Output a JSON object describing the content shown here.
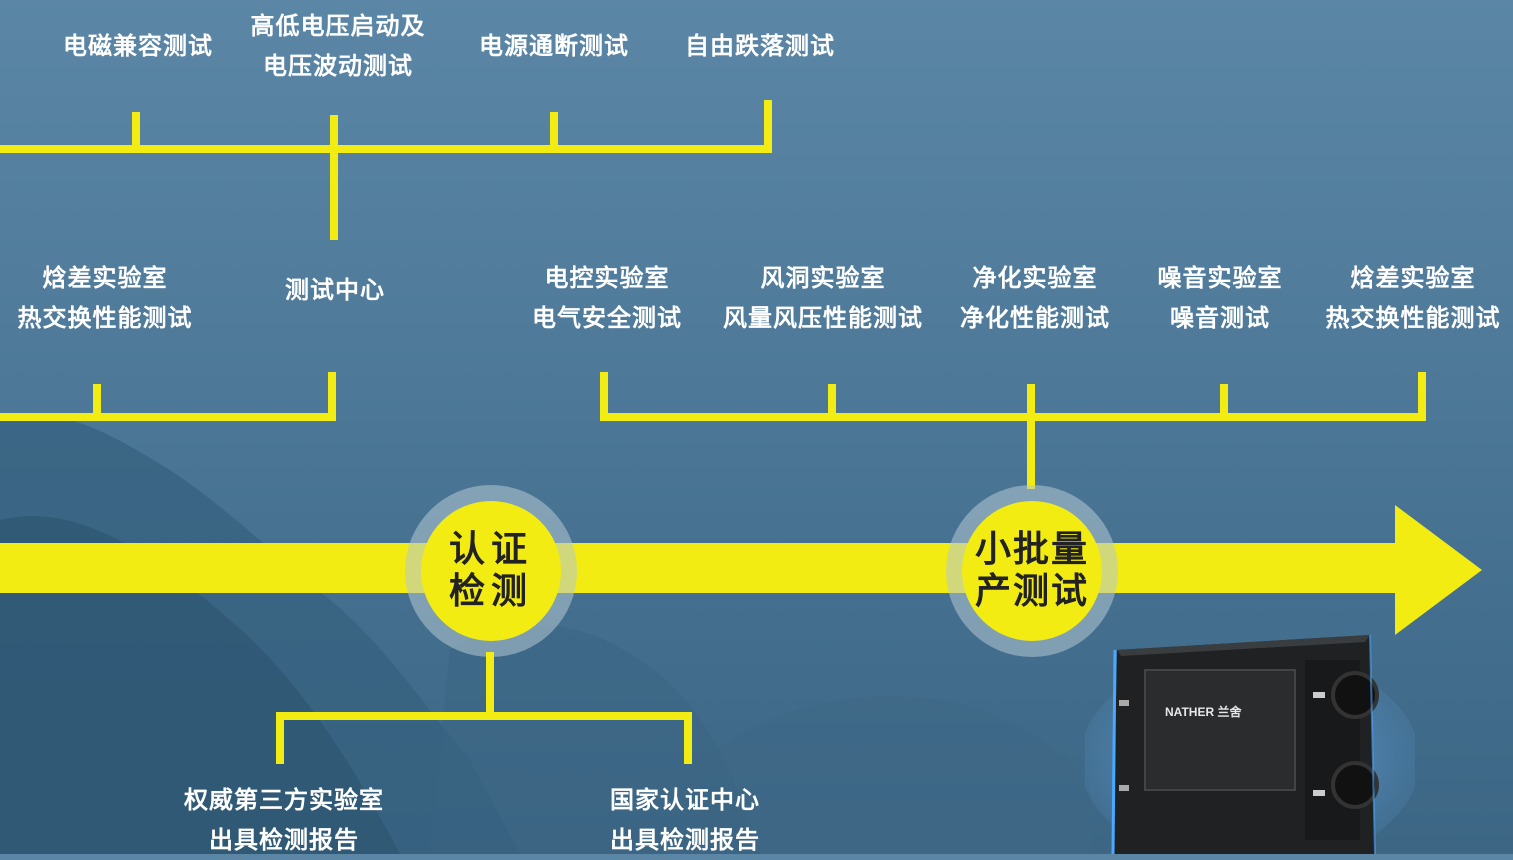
{
  "top_group": {
    "items": [
      {
        "lines": [
          "电磁兼容测试"
        ]
      },
      {
        "lines": [
          "高低电压启动及",
          "电压波动测试"
        ]
      },
      {
        "lines": [
          "电源通断测试"
        ]
      },
      {
        "lines": [
          "自由跌落测试"
        ]
      }
    ]
  },
  "middle_left_group": {
    "items": [
      {
        "lines": [
          "焓差实验室",
          "热交换性能测试"
        ]
      },
      {
        "lines": [
          "测试中心"
        ]
      }
    ]
  },
  "middle_right_group": {
    "items": [
      {
        "lines": [
          "电控实验室",
          "电气安全测试"
        ]
      },
      {
        "lines": [
          "风洞实验室",
          "风量风压性能测试"
        ]
      },
      {
        "lines": [
          "净化实验室",
          "净化性能测试"
        ]
      },
      {
        "lines": [
          "噪音实验室",
          "噪音测试"
        ]
      },
      {
        "lines": [
          "焓差实验室",
          "热交换性能测试"
        ]
      }
    ]
  },
  "nodes": [
    {
      "lines": [
        "认证",
        "检测"
      ]
    },
    {
      "lines": [
        "小批量",
        "产测试"
      ]
    }
  ],
  "bottom_group": {
    "items": [
      {
        "lines": [
          "权威第三方实验室",
          "出具检测报告"
        ]
      },
      {
        "lines": [
          "国家认证中心",
          "出具检测报告"
        ]
      }
    ]
  },
  "device": {
    "brand": "NATHER 兰舍"
  },
  "colors": {
    "accent": "#f2ec12",
    "background": "#4f7a9a",
    "text": "#ffffff"
  }
}
